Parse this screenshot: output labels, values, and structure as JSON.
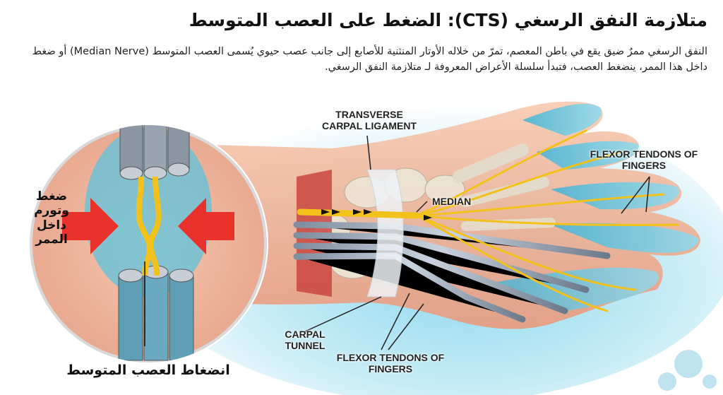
{
  "title": "متلازمة النفق الرسغي (CTS):  الضغط على العصب المتوسط",
  "description": "النفق الرسغي ممرٌ ضيق يقع في باطن المعصم، تمرّ من خلاله الأوتار المنثنية للأصابع إلى جانب عصب حيوي يُسمى العصب المتوسط (Median Nerve) أو ضغط داخل هذا الممر، ينضغط العصب، فتبدأ سلسلة الأعراض المعروفة لـ متلازمة النفق الرسغي.",
  "labels": {
    "transverse_ligament": "TRANSVERSE CARPAL LIGAMENT",
    "median": "MEDIAN",
    "flexor_top": "FLEXOR TENDONS OF FINGERS",
    "carpal_tunnel": "CARPAL TUNNEL",
    "flexor_bottom": "FLEXOR TENDONS OF FINGERS",
    "pressure": "ضغط وتورم داخل الممر",
    "compression": "انضغاط العصب المتوسط"
  },
  "colors": {
    "nerve": "#f2c21b",
    "arrow": "#e8322b",
    "tissue_blue": "#5ec3dc",
    "bone": "#e9e2d4",
    "skin": "#f3b79a"
  }
}
